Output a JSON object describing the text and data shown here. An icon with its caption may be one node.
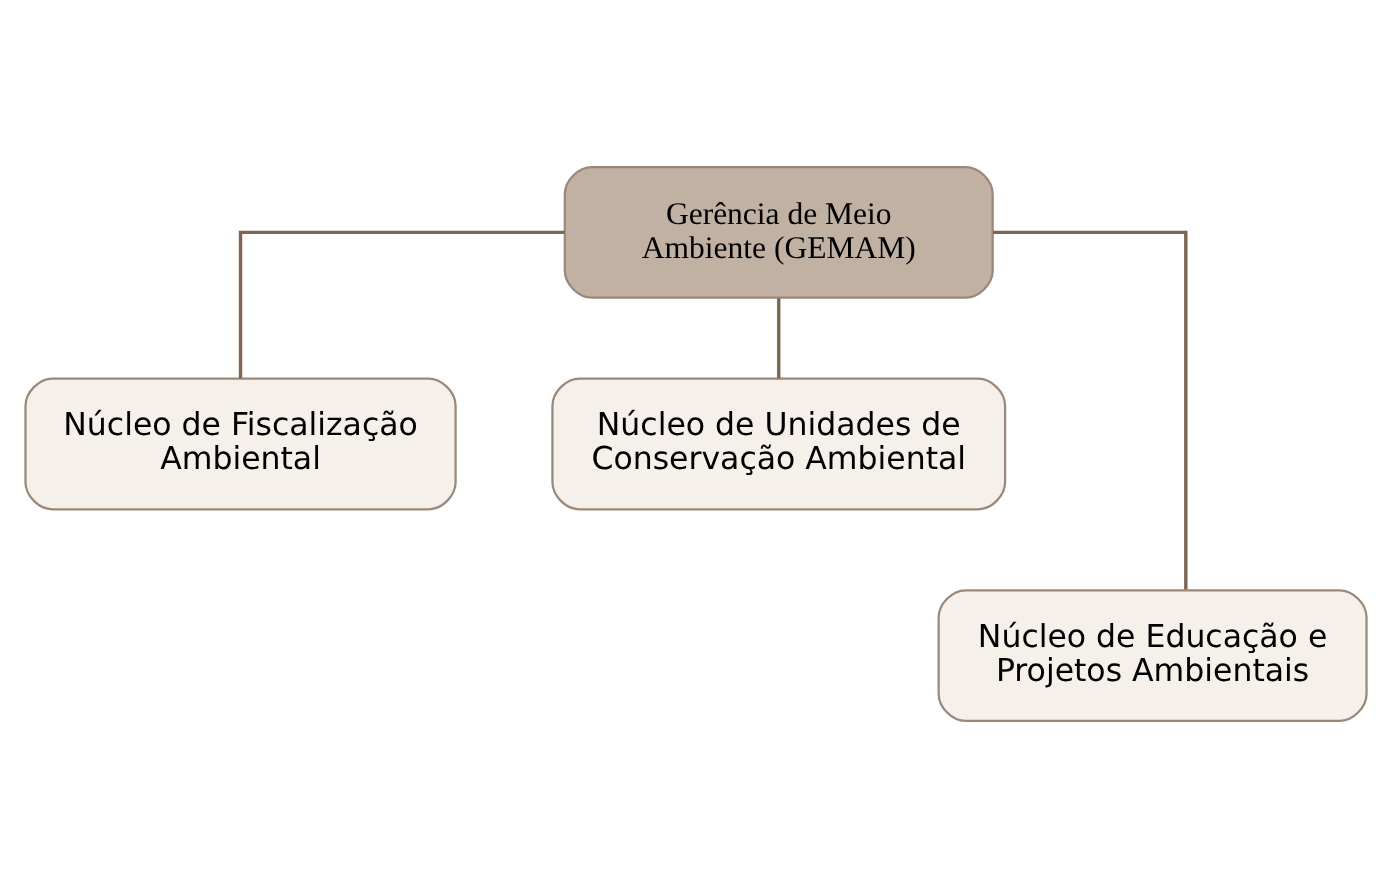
{
  "diagram": {
    "nodes": [
      {
        "text": [
          "Gerência de Meio Ambiente (GEMAM)"
        ]
      },
      {
        "text": [
          "Núcleo de Fiscalização Ambiental"
        ]
      },
      {
        "text": [
          "Núcleo de Unidades de Conservação Ambiental"
        ]
      },
      {
        "text": [
          "Núcleo de Educação e Projetos Ambientais"
        ]
      }
    ],
    "edges": [
      {
        "from": 0,
        "to": 1,
        "arrow": "none"
      },
      {
        "from": 0,
        "to": 2,
        "arrow": "none"
      },
      {
        "from": 0,
        "to": 3,
        "arrow": "none"
      }
    ]
  }
}
